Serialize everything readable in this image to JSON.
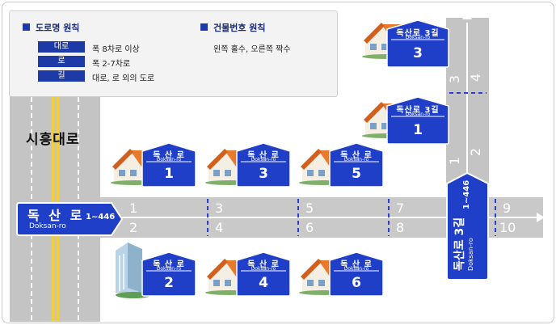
{
  "legend": {
    "road_rule_title": "도로명 원칙",
    "building_rule_title": "건물번호 원칙",
    "rules": [
      {
        "tag": "대로",
        "desc": "폭 8차로 이상"
      },
      {
        "tag": "로",
        "desc": "폭 2-7차로"
      },
      {
        "tag": "길",
        "desc": "대로, 로 외의 도로"
      }
    ],
    "building_rule_desc": "왼쪽 홀수, 오른쪽 짝수"
  },
  "main_road_name": "시흥대로",
  "start_sign": {
    "name": "독 산 로",
    "romanized": "Doksan-ro",
    "range": "1~446"
  },
  "side_sign": {
    "name": "독산로 3길",
    "romanized": "Doksan-ro",
    "range": "1~446"
  },
  "road_numbers": {
    "top": [
      "1",
      "3",
      "5",
      "7",
      "9"
    ],
    "bottom": [
      "2",
      "4",
      "6",
      "8",
      "10"
    ],
    "vertical_left": [
      "1",
      "3"
    ],
    "vertical_right": [
      "2",
      "4"
    ]
  },
  "building_signs": [
    {
      "name": "독산로 3길",
      "romanized": "Doksan-ro",
      "number": "3"
    },
    {
      "name": "독산로 3길",
      "romanized": "Doksan-ro",
      "number": "1"
    },
    {
      "name": "독 산 로",
      "romanized": "Doksan-ro",
      "number": "1"
    },
    {
      "name": "독 산 로",
      "romanized": "Doksan-ro",
      "number": "3"
    },
    {
      "name": "독 산 로",
      "romanized": "Doksan-ro",
      "number": "5"
    },
    {
      "name": "독 산 로",
      "romanized": "Doksan-ro",
      "number": "2"
    },
    {
      "name": "독 산 로",
      "romanized": "Doksan-ro",
      "number": "4"
    },
    {
      "name": "독 산 로",
      "romanized": "Doksan-ro",
      "number": "6"
    }
  ],
  "colors": {
    "sign_blue": "#1f3fc8",
    "road_gray": "#c4c4c4",
    "center_line": "#f2cf3a"
  }
}
